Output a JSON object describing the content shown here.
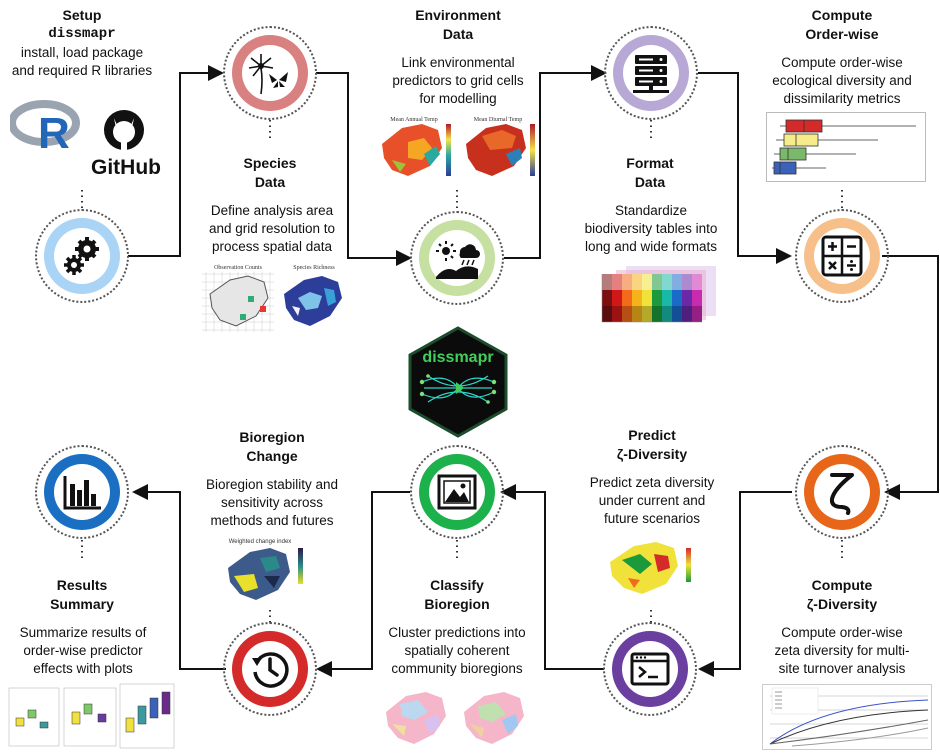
{
  "steps": {
    "setup": {
      "title": [
        "Setup",
        "dissmapr"
      ],
      "desc": [
        "install, load package",
        "and required R libraries"
      ],
      "color": "#a9d4f5"
    },
    "species": {
      "title": [
        "Species",
        "Data"
      ],
      "desc": [
        "Define analysis area",
        "and grid resolution to",
        "process spatial data"
      ],
      "color": "#d98080"
    },
    "environment": {
      "title": [
        "Environment",
        "Data"
      ],
      "desc": [
        "Link environmental",
        "predictors to grid cells",
        "for modelling"
      ],
      "color": "#c5e0a0"
    },
    "format": {
      "title": [
        "Format",
        "Data"
      ],
      "desc": [
        "Standardize",
        "biodiversity tables into",
        "long and wide formats"
      ],
      "color": "#b8a8d6"
    },
    "order": {
      "title": [
        "Compute",
        "Order-wise"
      ],
      "desc": [
        "Compute order-wise",
        "ecological diversity and",
        "dissimilarity metrics"
      ],
      "color": "#f7c08a"
    },
    "zeta": {
      "title": [
        "Compute",
        "ζ-Diversity"
      ],
      "desc": [
        "Compute order-wise",
        "zeta diversity for multi-",
        "site turnover analysis"
      ],
      "color": "#e8661a"
    },
    "predict": {
      "title": [
        "Predict",
        "ζ-Diversity"
      ],
      "desc": [
        "Predict zeta diversity",
        "under current and",
        "future scenarios"
      ],
      "color": "#6a3fa0"
    },
    "classify": {
      "title": [
        "Classify",
        "Bioregion"
      ],
      "desc": [
        "Cluster predictions into",
        "spatially coherent",
        "community bioregions"
      ],
      "color": "#1db14b"
    },
    "change": {
      "title": [
        "Bioregion",
        "Change"
      ],
      "desc": [
        "Bioregion stability and",
        "sensitivity across",
        "methods and futures"
      ],
      "color": "#d42a2a"
    },
    "results": {
      "title": [
        "Results",
        "Summary"
      ],
      "desc": [
        "Summarize results of",
        "order-wise predictor",
        "effects with plots"
      ],
      "color": "#1a6fc2"
    }
  },
  "logos": {
    "r": "R",
    "github": "GitHub",
    "hex": "dissmapr"
  },
  "thumb_labels": {
    "obs_counts": "Observation Counts",
    "species_richness": "Species Richness",
    "mean_annual_temp": "Mean Annual Temp",
    "mean_diurnal_temp": "Mean Diurnal Temp",
    "weighted_change": "Weighted change index"
  },
  "icons": {
    "setup": "gears-icon",
    "species": "dandelion-butterfly-icon",
    "environment": "landscape-sun-cloud-icon",
    "format": "server-database-icon",
    "order": "calculator-operators-icon",
    "zeta": "zeta-icon",
    "predict": "terminal-window-icon",
    "classify": "picture-frame-icon",
    "change": "clock-history-icon",
    "results": "bar-chart-icon"
  }
}
